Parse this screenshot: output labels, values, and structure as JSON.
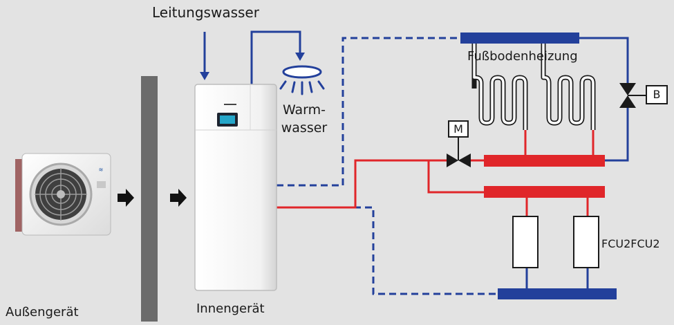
{
  "labels": {
    "leitungswasser": "Leitungswasser",
    "warmwasser_line1": "Warm-",
    "warmwasser_line2": "wasser",
    "fussbodenheizung": "Fußbodenheizung",
    "innengeraet": "Innengerät",
    "aussengeraet": "Außengerät",
    "fcu": "FCU2FCU2"
  },
  "valves": {
    "motor": "M",
    "bypass": "B"
  },
  "colors": {
    "background": "#e3e3e3",
    "supply_red": "#e0262a",
    "return_blue": "#23409b",
    "wall": "#6b6b6b",
    "arrow": "#111111"
  },
  "icons": {
    "flow_arrow": "arrow-right-icon",
    "shower": "shower-head-icon",
    "valve": "two-way-valve-icon"
  }
}
